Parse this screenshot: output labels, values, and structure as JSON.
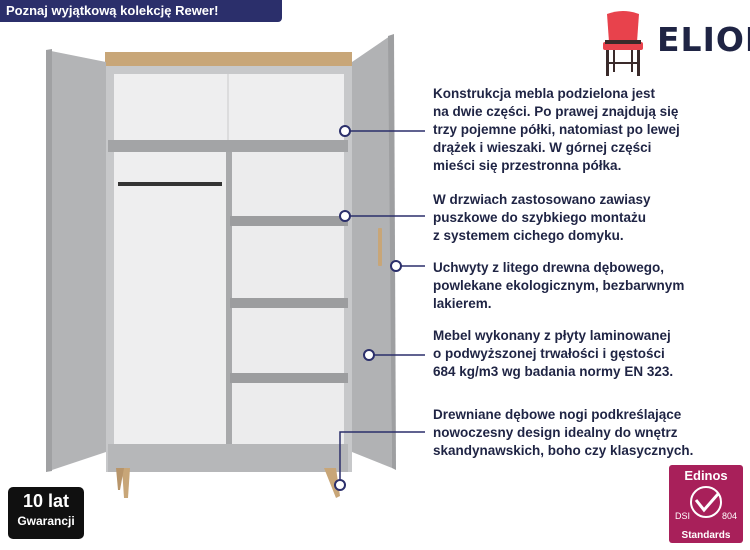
{
  "banner": {
    "text": "Poznaj wyjątkową kolekcję Rewer!"
  },
  "logo": {
    "brand": "ELIOR",
    "icon": "chair-icon"
  },
  "features": [
    {
      "text": "Konstrukcja mebla podzielona jest\nna dwie części. Po prawej znajdują się\ntrzy pojemne półki, natomiast po lewej\ndrążek i wieszaki. W górnej części\nmieści się przestronna półka."
    },
    {
      "text": "W drzwiach zastosowano zawiasy\npuszkowe do szybkiego montażu\nz systemem cichego domyku."
    },
    {
      "text": "Uchwyty z litego drewna dębowego,\npowlekane ekologicznym, bezbarwnym\nlakierem."
    },
    {
      "text": "Mebel wykonany z płyty laminowanej\no podwyższonej trwałości i gęstości\n684 kg/m3 wg badania normy EN 323."
    },
    {
      "text": "Drewniane dębowe nogi podkreślające\nnowoczesny design idealny do wnętrz\nskandynawskich, boho czy klasycznych."
    }
  ],
  "warranty": {
    "years": "10 lat",
    "label": "Gwarancji"
  },
  "badge": {
    "title": "Edinos",
    "dsi": "DSI",
    "number": "804",
    "standards": "Standards"
  },
  "colors": {
    "navy": "#2b2f6b",
    "text": "#1f2444",
    "badge": "#a8205a",
    "wardrobe": "#a8a9ab",
    "oak": "#c8a678"
  }
}
